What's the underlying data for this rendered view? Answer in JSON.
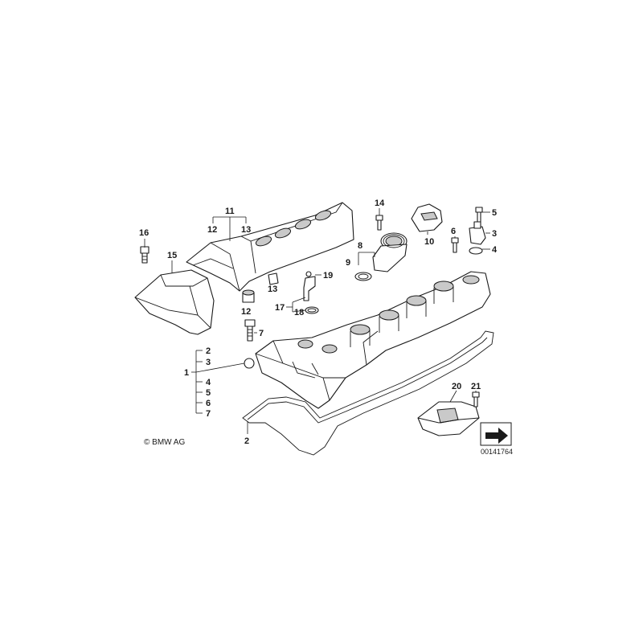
{
  "copyright": "© BMW AG",
  "diagram_code": "00141764",
  "callouts": {
    "c1": "1",
    "c2a": "2",
    "c2b": "2",
    "c3a": "3",
    "c3b": "3",
    "c4a": "4",
    "c4b": "4",
    "c5a": "5",
    "c5b": "5",
    "c6a": "6",
    "c6b": "6",
    "c7a": "7",
    "c7b": "7",
    "c8": "8",
    "c9": "9",
    "c10": "10",
    "c11": "11",
    "c12a": "12",
    "c12b": "12",
    "c13a": "13",
    "c13b": "13",
    "c14": "14",
    "c15": "15",
    "c16": "16",
    "c17": "17",
    "c18": "18",
    "c19": "19",
    "c20": "20",
    "c21": "21"
  },
  "colors": {
    "line": "#1a1a1a",
    "shade": "#c9c9c9",
    "background": "#ffffff"
  }
}
